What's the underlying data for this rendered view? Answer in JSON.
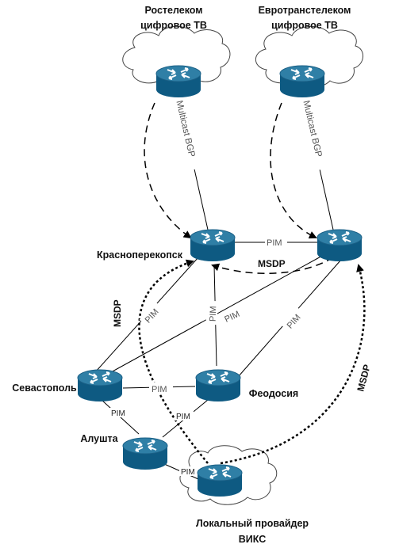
{
  "nodes": {
    "rostelecom": {
      "label_line1": "Ростелеком",
      "label_line2": "цифровое ТВ"
    },
    "eurotrans": {
      "label_line1": "Евротранстелеком",
      "label_line2": "цифровое ТВ"
    },
    "krasnoperekopsk": {
      "label": "Красноперекопск"
    },
    "sevastopol": {
      "label": "Севастополь"
    },
    "feodosia": {
      "label": "Феодосия"
    },
    "alushta": {
      "label": "Алушта"
    },
    "local_provider": {
      "label_line1": "Локальный провайдер",
      "label_line2": "ВИКС"
    }
  },
  "edge_labels": {
    "pim": "PIM",
    "msdp": "MSDP",
    "multicast_bgp": "Multicast BGP"
  },
  "colors": {
    "router_top": "#2f7fa6",
    "router_body": "#0e5a82",
    "cloud_stroke": "#444444",
    "link": "#000000"
  }
}
